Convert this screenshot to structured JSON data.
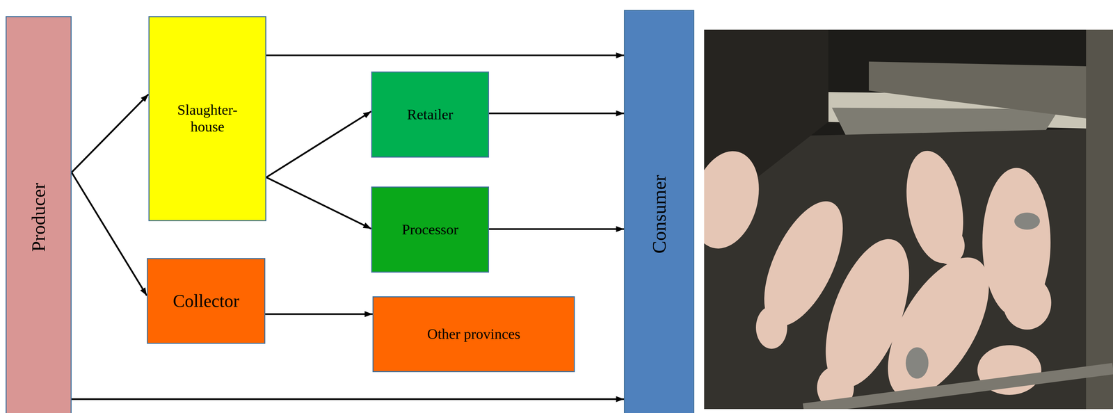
{
  "diagram": {
    "nodes": [
      {
        "text": [
          "Producer"
        ]
      },
      {
        "text": [
          "Slaughter- house"
        ]
      },
      {
        "text": [
          "Retailer"
        ]
      },
      {
        "text": [
          "Processor"
        ]
      },
      {
        "text": [
          "Collector"
        ]
      },
      {
        "text": [
          "Other provinces"
        ]
      },
      {
        "text": [
          "Consumer"
        ]
      }
    ],
    "edges": [
      {
        "from": 0,
        "to": 1,
        "arrow": "to"
      },
      {
        "from": 0,
        "to": 4,
        "arrow": "to"
      },
      {
        "from": 1,
        "to": 6,
        "arrow": "to"
      },
      {
        "from": 1,
        "to": 2,
        "arrow": "to"
      },
      {
        "from": 1,
        "to": 3,
        "arrow": "to"
      },
      {
        "from": 2,
        "to": 6,
        "arrow": "to"
      },
      {
        "from": 3,
        "to": 6,
        "arrow": "to"
      },
      {
        "from": 4,
        "to": 5,
        "arrow": "to"
      },
      {
        "from": 0,
        "to": 6,
        "arrow": "to"
      }
    ]
  }
}
